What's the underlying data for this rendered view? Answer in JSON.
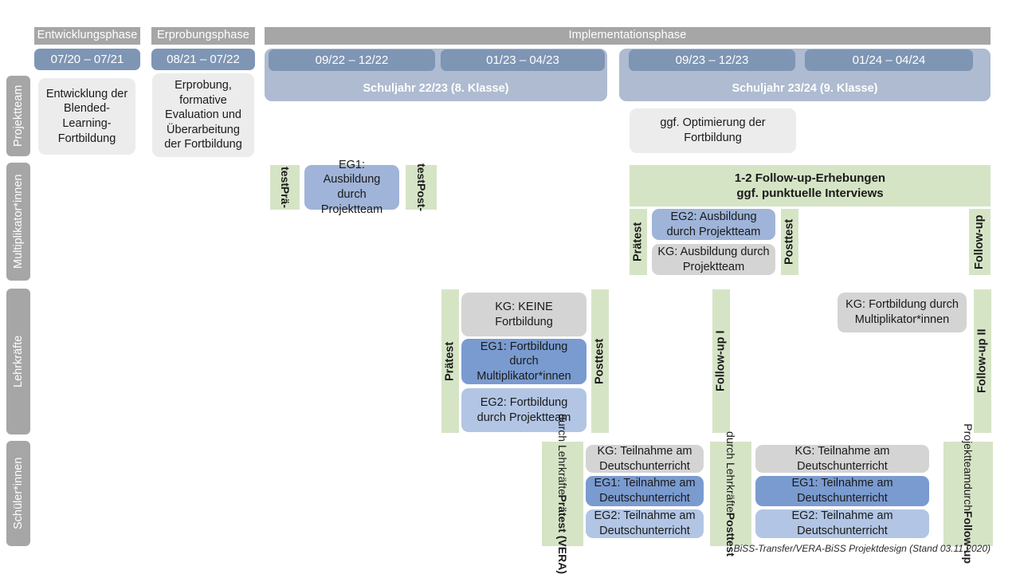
{
  "footer": {
    "text": "BiSS-Transfer/VERA-BiSS Projektdesign (Stand 03.11.2020)"
  },
  "colors": {
    "phase_grey": "#a6a6a6",
    "date_blue": "#7e95b4",
    "year_blue": "#aebbd0",
    "green": "#d6e4c6",
    "box_grey": "#ececec",
    "box_grey_dark": "#d4d4d4",
    "eg1_blue": "#7a9bd0",
    "eg2_blue": "#b2c5e4",
    "mid_blue": "#9fb4d8"
  },
  "phases": [
    {
      "label": "Entwicklungsphase"
    },
    {
      "label": "Erprobungsphase"
    },
    {
      "label": "Implementationsphase"
    }
  ],
  "periods": [
    {
      "label": "07/20 – 07/21"
    },
    {
      "label": "08/21 – 07/22"
    },
    {
      "label": "09/22 – 12/22"
    },
    {
      "label": "01/23 – 04/23"
    },
    {
      "label": "09/23 – 12/23"
    },
    {
      "label": "01/24 – 04/24"
    }
  ],
  "school_years": [
    {
      "label": "Schuljahr 22/23 (8. Klasse)"
    },
    {
      "label": "Schuljahr 23/24 (9. Klasse)"
    }
  ],
  "rows": [
    {
      "label": "Projektteam"
    },
    {
      "label": "Multiplikator*innen"
    },
    {
      "label": "Lehrkräfte"
    },
    {
      "label": "Schüler*innen"
    }
  ],
  "projektteam": {
    "entwicklung": "Entwicklung der Blended-Learning-Fortbildung",
    "erprobung": "Erprobung, formative Evaluation und Überarbeitung der Fortbildung",
    "optimierung": "ggf. Optimierung der Fortbildung"
  },
  "multiplikator": {
    "praetest_short_l1": "Prä-",
    "praetest_short_l2": "test",
    "eg1_box": "EG1: Ausbildung durch Projektteam",
    "posttest_short_l1": "Post-",
    "posttest_short_l2": "test",
    "followup_band_l1": "1-2 Follow-up-Erhebungen",
    "followup_band_l2": "ggf. punktuelle Interviews",
    "praetest": "Prätest",
    "eg2_box": "EG2: Ausbildung durch Projektteam",
    "kg_box": "KG: Ausbildung durch Projektteam",
    "posttest": "Posttest",
    "followup": "Follow-up"
  },
  "lehrkraefte": {
    "praetest": "Prätest",
    "kg_box": "KG:  KEINE Fortbildung",
    "eg1_box": "EG1: Fortbildung durch Multiplikator*innen",
    "eg2_box": "EG2: Fortbildung durch Projektteam",
    "posttest": "Posttest",
    "followup_1": "Follow-up I",
    "kg_box_2": "KG: Fortbildung durch Multiplikator*innen",
    "followup_2": "Follow-up II"
  },
  "schueler": {
    "praetest_bold": "Prätest (VERA)",
    "praetest_regular": "durch Lehrkräfte",
    "kg_box_1": "KG: Teilnahme am Deutschunterricht",
    "eg1_box_1": "EG1: Teilnahme am Deutschunterricht",
    "eg2_box_1": "EG2: Teilnahme am Deutschunterricht",
    "posttest_bold": "Posttest",
    "posttest_regular": "durch Lehrkräfte",
    "kg_box_2": "KG: Teilnahme am Deutschunterricht",
    "eg1_box_2": "EG1: Teilnahme am Deutschunterricht",
    "eg2_box_2": "EG2: Teilnahme am Deutschunterricht",
    "followup_bold": "Follow-up",
    "followup_regular_1": "durch",
    "followup_regular_2": "Projektteam"
  }
}
